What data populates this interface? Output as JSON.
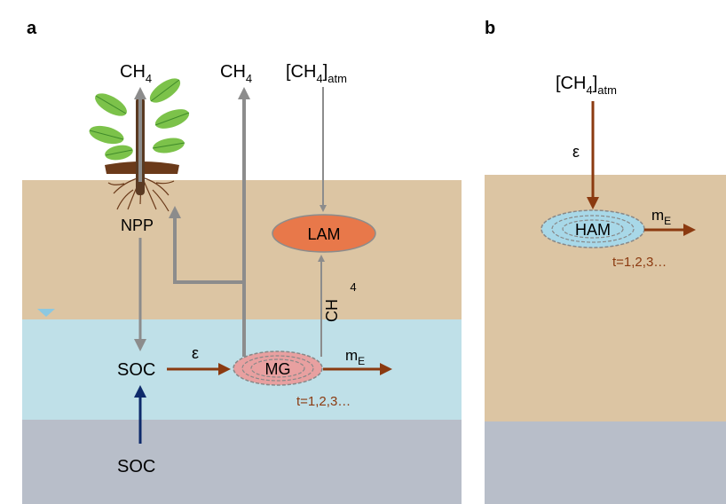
{
  "panels": {
    "a": {
      "label": "a",
      "ch4_plant": "CH",
      "ch4_plant_sub": "4",
      "ch4_direct": "CH",
      "ch4_direct_sub": "4",
      "ch4_atm": "[CH",
      "ch4_atm_sub": "4",
      "ch4_atm_close": "]",
      "ch4_atm_sub2": "atm",
      "npp": "NPP",
      "lam": "LAM",
      "ch4_vertical": "CH",
      "ch4_vertical_sub": "4",
      "soc_upper": "SOC",
      "epsilon": "ε",
      "mg": "MG",
      "me": "m",
      "me_sub": "E",
      "time_series": "t=1,2,3…",
      "soc_lower": "SOC"
    },
    "b": {
      "label": "b",
      "ch4_atm": "[CH",
      "ch4_atm_sub": "4",
      "ch4_atm_close": "]",
      "ch4_atm_sub2": "atm",
      "epsilon": "ε",
      "ham": "HAM",
      "me": "m",
      "me_sub": "E",
      "time_series": "t=1,2,3…"
    }
  },
  "colors": {
    "soil": "#dcc5a3",
    "water": "#bfe0e8",
    "bedrock": "#b8bec9",
    "gray_arrow": "#8c8c8c",
    "brown_arrow": "#8b3a10",
    "navy_arrow": "#0e2a6b",
    "lam_fill": "#e8784a",
    "mg_fill": "#e8a0a0",
    "ham_fill": "#a8d8e8",
    "leaf": "#7cc24a",
    "leaf_dark": "#3f8a2a",
    "time_text": "#8b3a10",
    "water_marker": "#8cc8e0"
  }
}
